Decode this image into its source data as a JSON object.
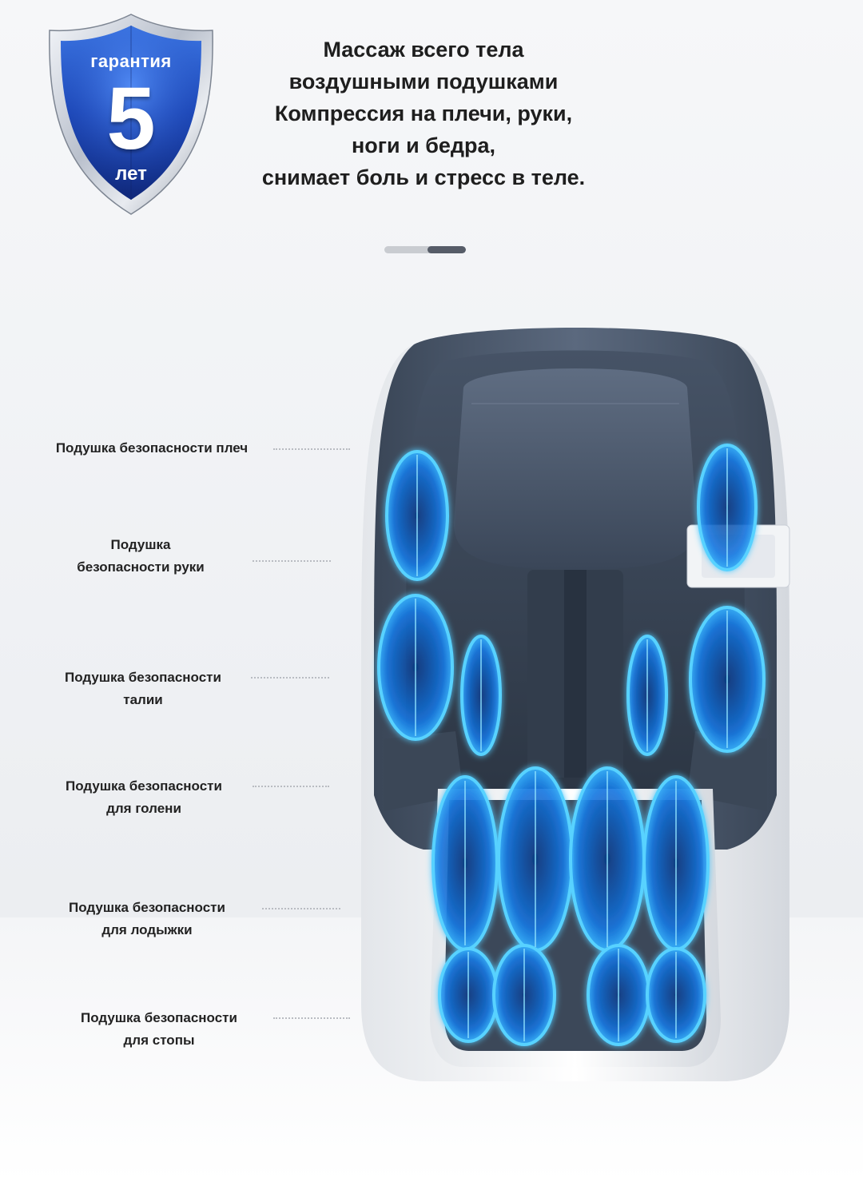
{
  "badge": {
    "top_text": "гарантия",
    "number": "5",
    "bottom_text": "лет"
  },
  "headline": {
    "lines": [
      "Массаж всего тела",
      "воздушными подушками",
      "Компрессия на плечи, руки,",
      "ноги и бедра,",
      "снимает боль и стресс в теле."
    ]
  },
  "pager": {
    "total": 2,
    "active": 2
  },
  "labels": {
    "shoulder": [
      "Подушка безопасности плеч"
    ],
    "arm": [
      "Подушка",
      "безопасности руки"
    ],
    "waist": [
      "Подушка безопасности",
      "талии"
    ],
    "shin": [
      "Подушка безопасности",
      "для голени"
    ],
    "ankle": [
      "Подушка безопасности",
      "для лодыжки"
    ],
    "foot": [
      "Подушка безопасности",
      "для стопы"
    ]
  },
  "colors": {
    "shield_blue": "#1f47b8",
    "airbag_glow": "#1fa7ff",
    "chair_shell": "#4d5b70",
    "chair_white": "#f3f4f6"
  }
}
